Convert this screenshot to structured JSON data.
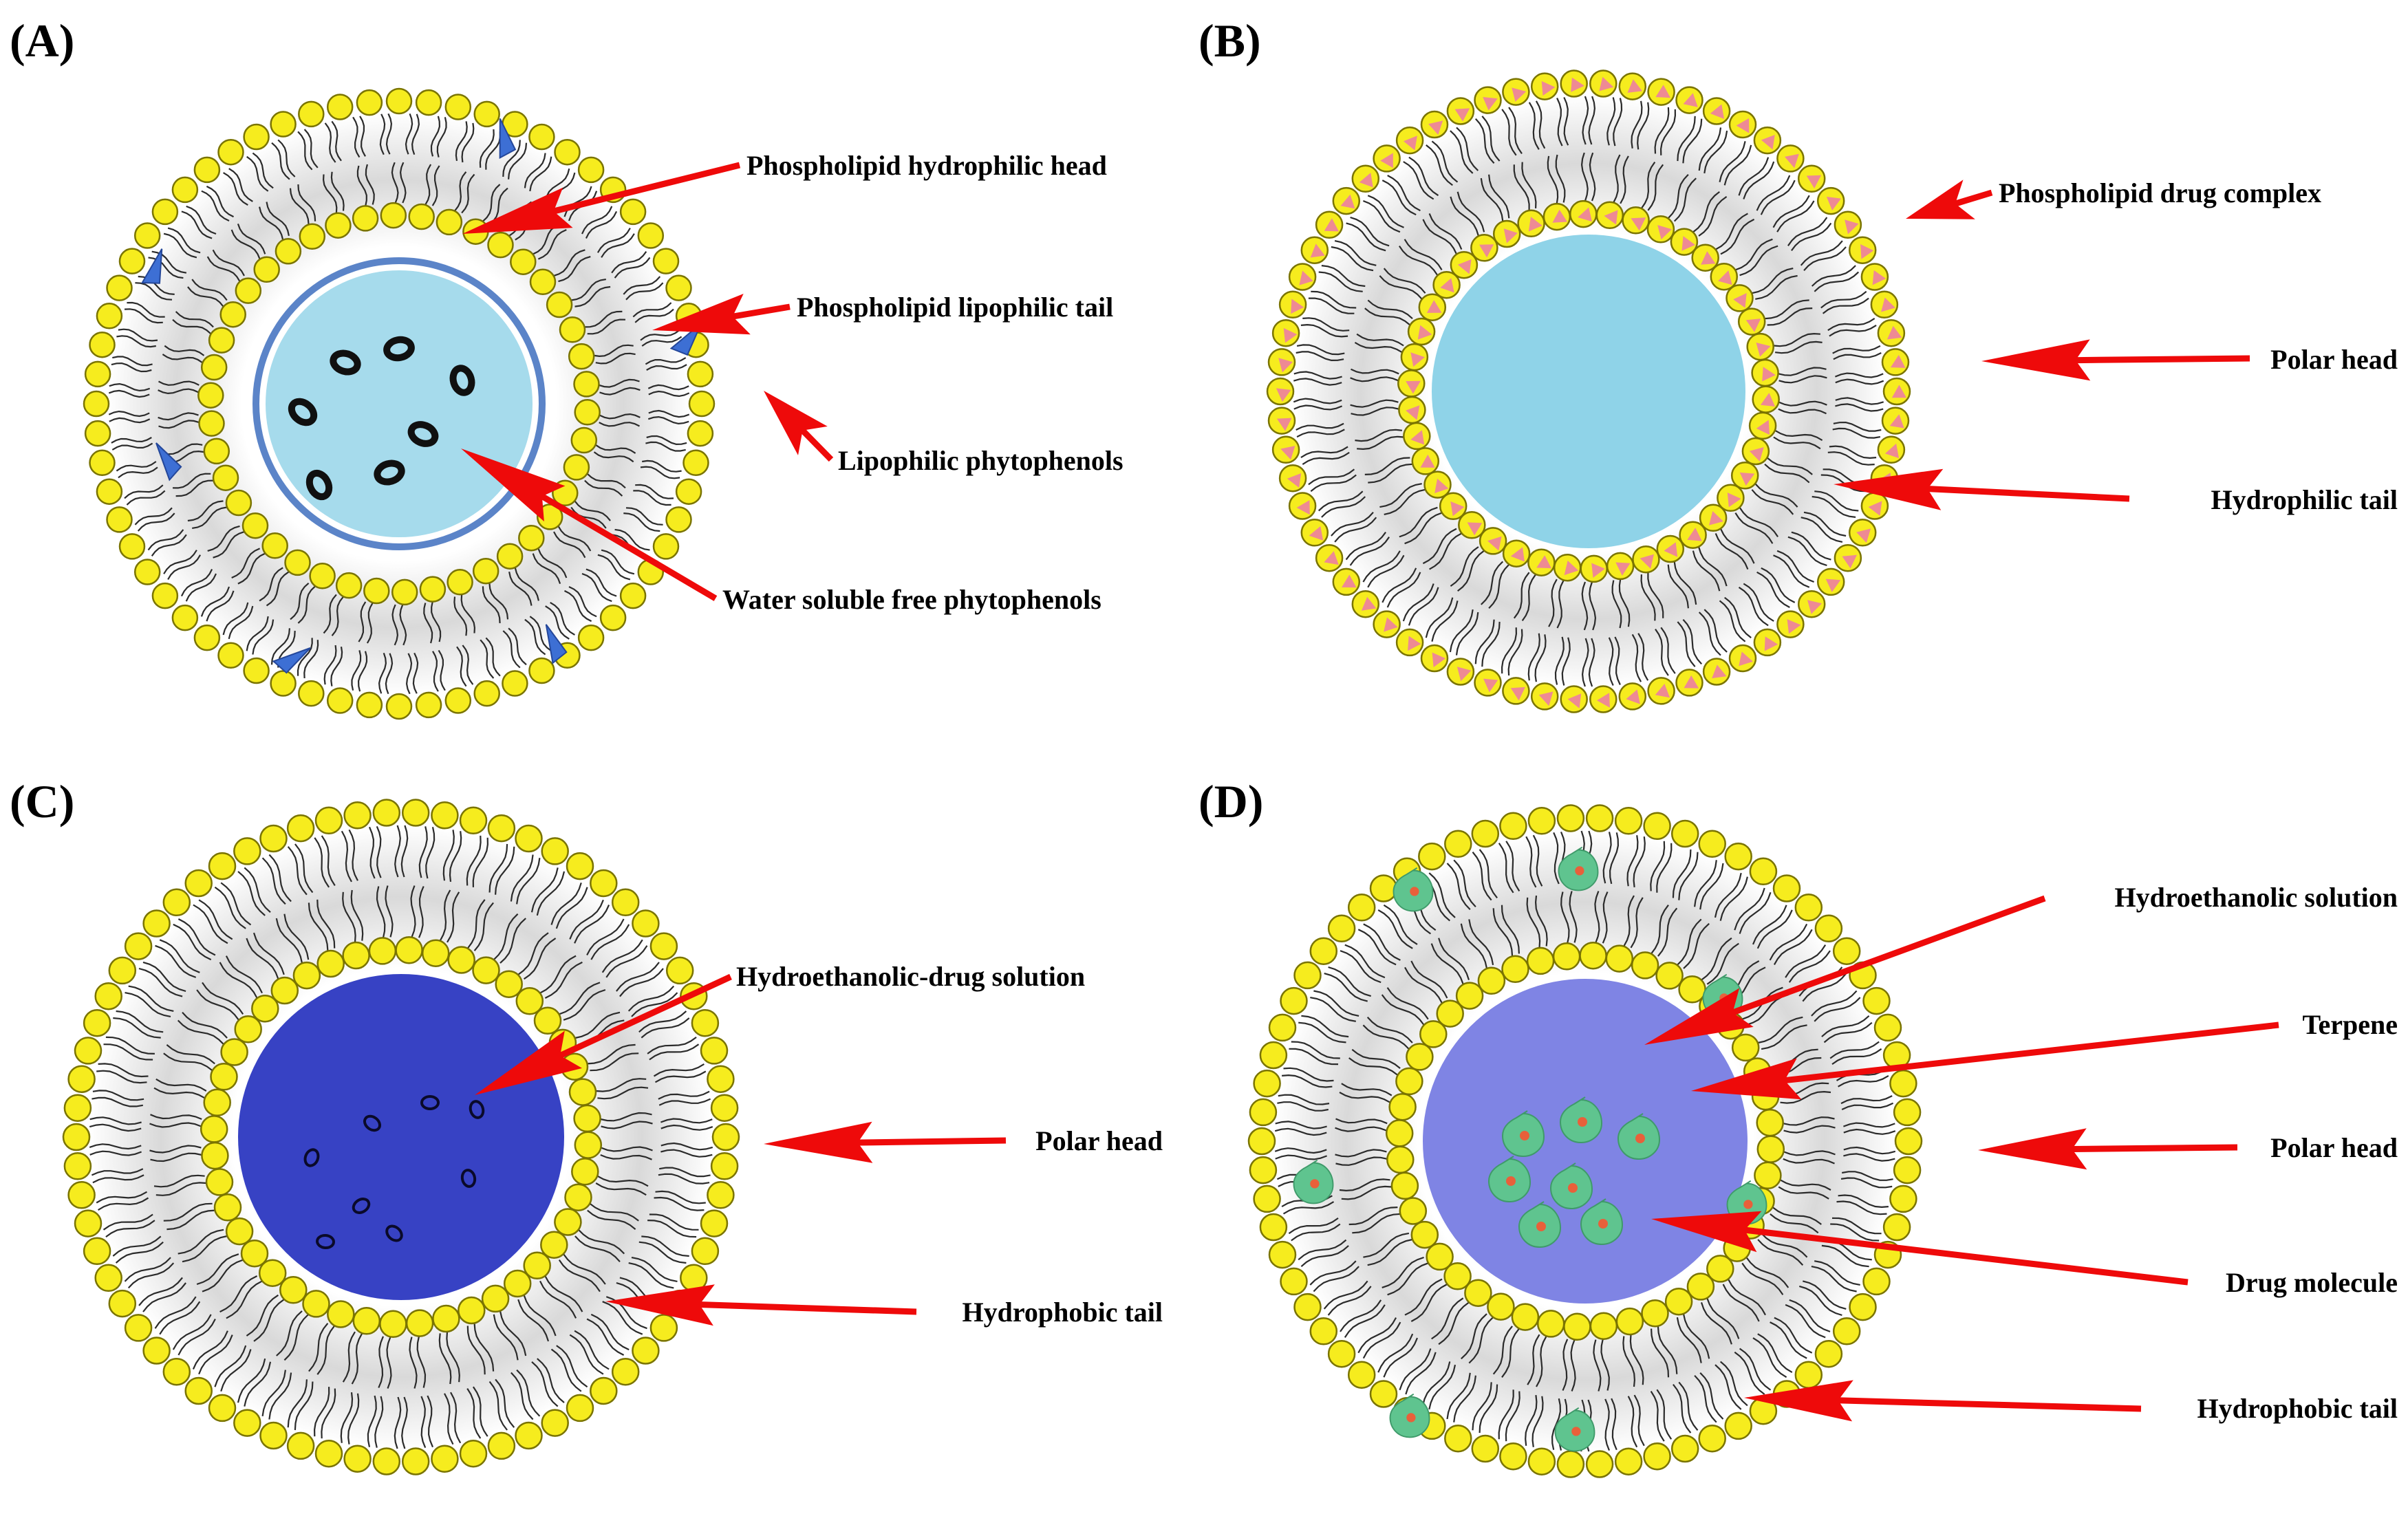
{
  "colors": {
    "background": "#ffffff",
    "head_fill": "#f6ec1e",
    "head_stroke": "#7a7400",
    "tail_stroke": "#2b2b2b",
    "bilayer_shade": "#d7d7d7",
    "arrow": "#ee0a0a",
    "text": "#000000"
  },
  "panels": [
    {
      "id": "A",
      "letter": "(A)",
      "variant": "phytosome",
      "core_color": "#a6dbec",
      "core_ring_color": "#5b84c8",
      "inclusion": "black-ellipse",
      "bilayer_item": "blue-flake",
      "callouts": [
        {
          "label": "Phospholipid hydrophilic head"
        },
        {
          "label": "Phospholipid lipophilic tail"
        },
        {
          "label": "Lipophilic phytophenols"
        },
        {
          "label": "Water soluble free phytophenols"
        }
      ]
    },
    {
      "id": "B",
      "letter": "(B)",
      "variant": "drug-complex",
      "core_color": "#8fd3e8",
      "head_marker": "pink-triangle",
      "head_marker_color": "#ee8a94",
      "callouts": [
        {
          "label": "Phospholipid drug complex"
        },
        {
          "label": "Polar head"
        },
        {
          "label": "Hydrophilic tail"
        }
      ]
    },
    {
      "id": "C",
      "letter": "(C)",
      "variant": "ethosome",
      "core_color": "#3742c4",
      "inclusion": "dark-ring",
      "callouts": [
        {
          "label": "Hydroethanolic-drug solution"
        },
        {
          "label": "Polar head"
        },
        {
          "label": "Hydrophobic tail"
        }
      ]
    },
    {
      "id": "D",
      "letter": "(D)",
      "variant": "invasome",
      "core_color": "#7f84e4",
      "inclusion": "green-drop",
      "drop_color": "#5fc48f",
      "dot_color": "#e8603a",
      "callouts": [
        {
          "label": "Hydroethanolic solution"
        },
        {
          "label": "Terpene"
        },
        {
          "label": "Polar head"
        },
        {
          "label": "Drug molecule"
        },
        {
          "label": "Hydrophobic tail"
        }
      ]
    }
  ]
}
